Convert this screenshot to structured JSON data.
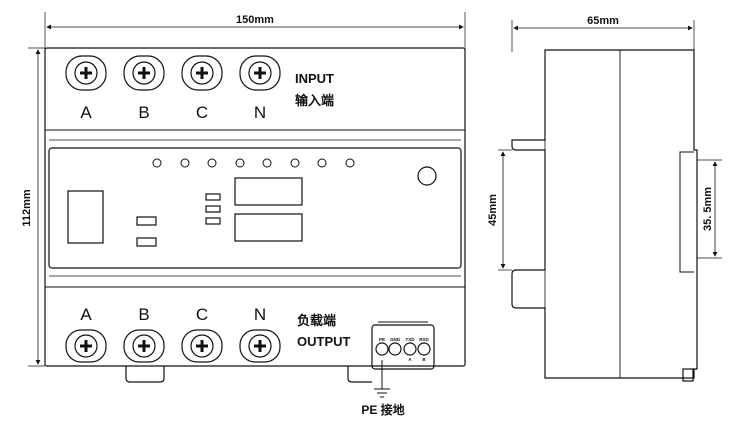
{
  "front_view": {
    "width_dim": "150mm",
    "height_dim": "112mm",
    "input_terminals": [
      "A",
      "B",
      "C",
      "N"
    ],
    "input_label_en": "INPUT",
    "input_label_cn": "输入端",
    "output_terminals": [
      "A",
      "B",
      "C",
      "N"
    ],
    "output_label_cn": "负载端",
    "output_label_en": "OUTPUT",
    "comm_ports": [
      "PE",
      "GND",
      "TXD",
      "RXD"
    ],
    "comm_sub": [
      "",
      "",
      "A",
      "B"
    ],
    "ground_label": "PE 接地"
  },
  "side_view": {
    "depth_dim": "65mm",
    "rail_height_dim": "45mm",
    "clip_dim": "35. 5mm"
  }
}
